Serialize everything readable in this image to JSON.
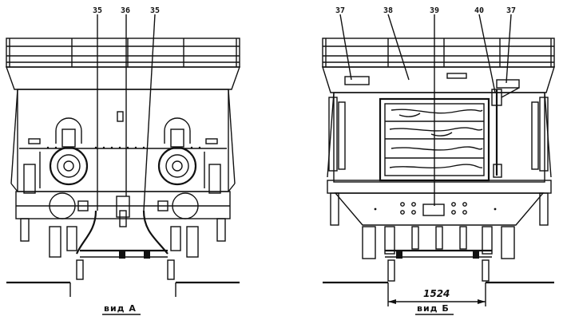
{
  "view_a": {
    "caption": "вид А",
    "callouts": [
      "35",
      "36",
      "35"
    ]
  },
  "view_b": {
    "caption": "вид Б",
    "callouts": [
      "37",
      "38",
      "39",
      "40",
      "37"
    ],
    "dimension": "1524"
  }
}
